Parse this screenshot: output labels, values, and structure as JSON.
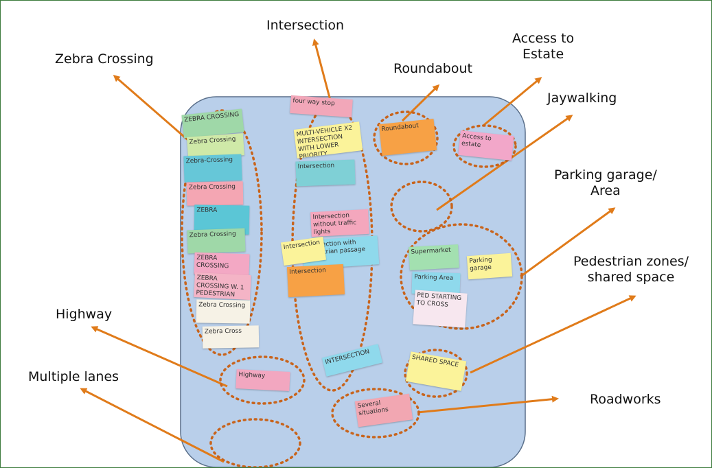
{
  "colors": {
    "board": "#b9cfea",
    "board_border": "#5a6f8a",
    "arrow": "#e07b1a",
    "dotted": "#c8641c"
  },
  "labels": {
    "zebra": "Zebra Crossing",
    "intersection": "Intersection",
    "roundabout": "Roundabout",
    "access_line1": "Access to",
    "access_line2": "Estate",
    "jaywalking": "Jaywalking",
    "parking_line1": "Parking garage/",
    "parking_line2": "Area",
    "pedestrian_line1": "Pedestrian zones/",
    "pedestrian_line2": "shared space",
    "highway": "Highway",
    "multiple_lanes": "Multiple lanes",
    "roadworks": "Roadworks"
  },
  "notes": [
    {
      "t": "ZEBRA CROSSING",
      "c": "#9fd8a8"
    },
    {
      "t": "Zebra Crossing",
      "c": "#cfe9a8"
    },
    {
      "t": "Zebra-Crossing",
      "c": "#66c7d8"
    },
    {
      "t": "Zebra Crossing",
      "c": "#f4a6b3"
    },
    {
      "t": "ZEBRA",
      "c": "#5bc6d6"
    },
    {
      "t": "Zebra Crossing",
      "c": "#9fd8a8"
    },
    {
      "t": "ZEBRA CROSSING",
      "c": "#f3a8c4"
    },
    {
      "t": "ZEBRA CROSSING W. 1 PEDESTRIAN",
      "c": "#f4b4c6"
    },
    {
      "t": "Zebra Crossing",
      "c": "#f6f2e6"
    },
    {
      "t": "Zebra Cross",
      "c": "#f6f2e6"
    },
    {
      "t": "four way stop",
      "c": "#f2a7b9"
    },
    {
      "t": "MULTI-VEHICLE X2 INTERSECTION WITH LOWER PRIORITY",
      "c": "#fbf39a"
    },
    {
      "t": "Intersection",
      "c": "#7fd0d6"
    },
    {
      "t": "Intersection without traffic lights",
      "c": "#f4a7bd"
    },
    {
      "t": "Intersection with pedestrian passage",
      "c": "#8fd9ec"
    },
    {
      "t": "Intersection",
      "c": "#fbf39a"
    },
    {
      "t": "Intersection",
      "c": "#f7a145"
    },
    {
      "t": "INTERSECTION",
      "c": "#8fd9ec"
    },
    {
      "t": "Roundabout",
      "c": "#f7a145"
    },
    {
      "t": "Access to estate",
      "c": "#f2a7c9"
    },
    {
      "t": "SHARED SPACE",
      "c": "#fbf39a"
    },
    {
      "t": "Supermarket",
      "c": "#a3e0b0"
    },
    {
      "t": "Parking Area",
      "c": "#8fd9ec"
    },
    {
      "t": "Parking garage",
      "c": "#fbf39a"
    },
    {
      "t": "PED STARTING TO CROSS",
      "c": "#f7e7ef"
    },
    {
      "t": "Highway",
      "c": "#f2a7c0"
    },
    {
      "t": "Several situations",
      "c": "#f2a7b2"
    }
  ]
}
